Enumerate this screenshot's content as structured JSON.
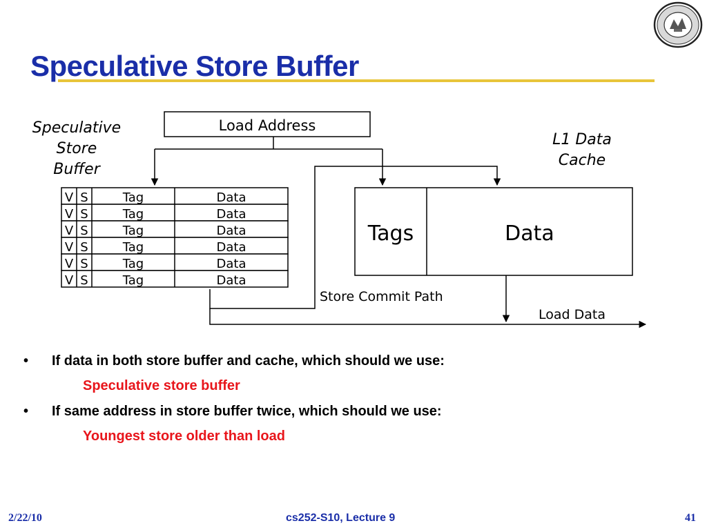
{
  "slide": {
    "title": "Speculative Store Buffer",
    "footer": {
      "date": "2/22/10",
      "course": "cs252-S10, Lecture 9",
      "page": "41"
    }
  },
  "diagram": {
    "load_address_label": "Load Address",
    "ssb_caption": [
      "Speculative",
      "Store",
      "Buffer"
    ],
    "l1_caption": [
      "L1 Data",
      "Cache"
    ],
    "buffer_rows": [
      {
        "v": "V",
        "s": "S",
        "tag": "Tag",
        "data": "Data"
      },
      {
        "v": "V",
        "s": "S",
        "tag": "Tag",
        "data": "Data"
      },
      {
        "v": "V",
        "s": "S",
        "tag": "Tag",
        "data": "Data"
      },
      {
        "v": "V",
        "s": "S",
        "tag": "Tag",
        "data": "Data"
      },
      {
        "v": "V",
        "s": "S",
        "tag": "Tag",
        "data": "Data"
      },
      {
        "v": "V",
        "s": "S",
        "tag": "Tag",
        "data": "Data"
      }
    ],
    "cache_tags_label": "Tags",
    "cache_data_label": "Data",
    "store_commit_label": "Store Commit Path",
    "load_data_label": "Load Data"
  },
  "bullets": [
    {
      "marker": "•",
      "question": "If data in both store buffer and cache, which should we use:",
      "answer": "Speculative store buffer"
    },
    {
      "marker": "•",
      "question": "If same address in store buffer twice, which should we use:",
      "answer": "Youngest store older than load"
    }
  ],
  "colors": {
    "title": "#1a2ea8",
    "rule": "#e8c53a",
    "answer": "#e8151b"
  },
  "icons": {
    "seal": "university-seal-icon"
  }
}
